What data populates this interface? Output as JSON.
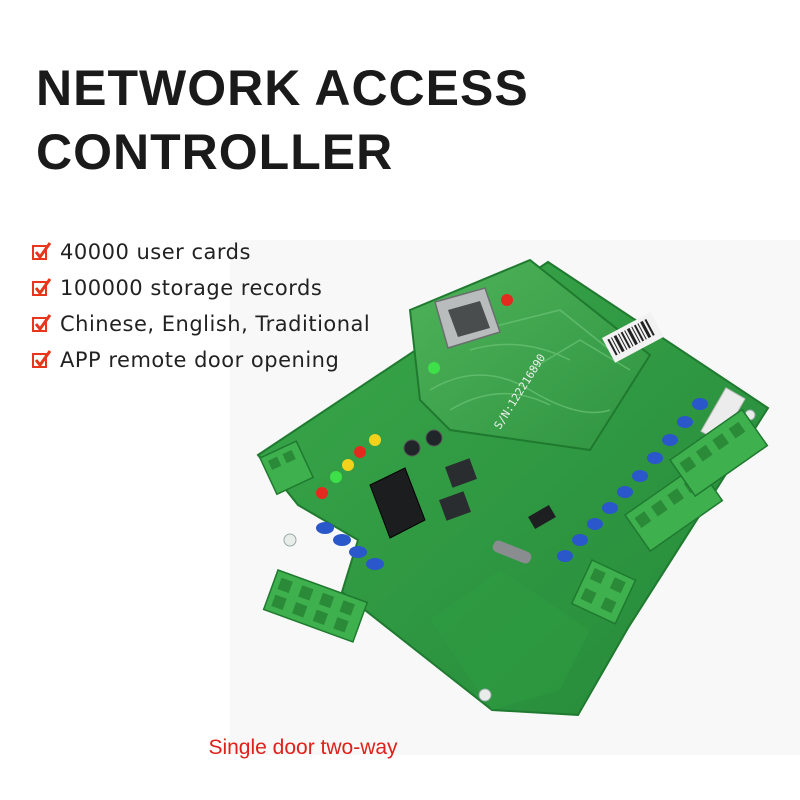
{
  "title": {
    "line1": "NETWORK ACCESS",
    "line2": "CONTROLLER"
  },
  "features": [
    "40000 user cards",
    "100000 storage records",
    "Chinese, English, Traditional",
    "APP remote door opening"
  ],
  "board": {
    "serial": "S/N:122216890"
  },
  "caption": "Single door two-way",
  "colors": {
    "accent": "#e8361c",
    "caption": "#e0201a",
    "title": "#1a1a1a",
    "pcb": "#2f9a3e",
    "terminal": "#3fb04e"
  },
  "icons": {
    "feature": "check-mark-icon"
  }
}
